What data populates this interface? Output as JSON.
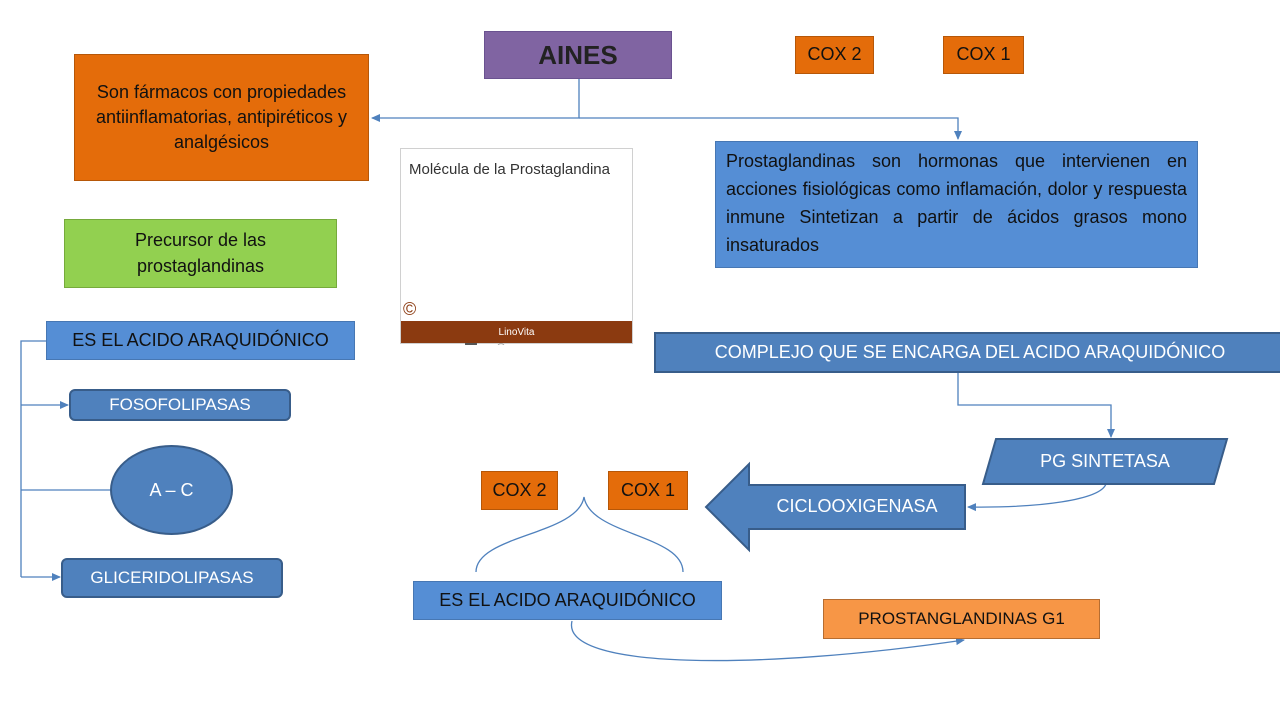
{
  "title": "AINES",
  "cox_top": [
    "COX 2",
    "COX 1"
  ],
  "definition": "Son fármacos con propiedades antiinflamatorias, antipiréticos y analgésicos",
  "precursor": "Precursor de las prostaglandinas",
  "acido_left": "ES EL ACIDO ARAQUIDÓNICO",
  "fosofolipasas": "FOSOFOLIPASAS",
  "ac": "A – C",
  "gliceridolipasas": "GLICERIDOLIPASAS",
  "molecule": {
    "title": "Molécula de la Prostaglandina",
    "footer": "LinoVita",
    "copyright": "©"
  },
  "prostaglandinas_desc": "Prostaglandinas son hormonas que intervienen en acciones fisiológicas como inflamación, dolor y respuesta inmune  Sintetizan a partir de ácidos grasos mono insaturados",
  "complejo": "COMPLEJO QUE SE ENCARGA DEL ACIDO ARAQUIDÓNICO",
  "pg_sintetasa": "PG SINTETASA",
  "ciclooxigenasa": "CICLOOXIGENASA",
  "cox_bottom": [
    "COX 2",
    "COX 1"
  ],
  "acido_bottom": "ES EL ACIDO ARAQUIDÓNICO",
  "prostanglandinas_g1": "PROSTANGLANDINAS G1",
  "colors": {
    "purple": "#8064a2",
    "orange": "#e46c0a",
    "green": "#92d050",
    "blue": "#558ed5",
    "blue_dark": "#4f81bd",
    "salmon": "#f79646",
    "connector": "#4f81bd"
  }
}
